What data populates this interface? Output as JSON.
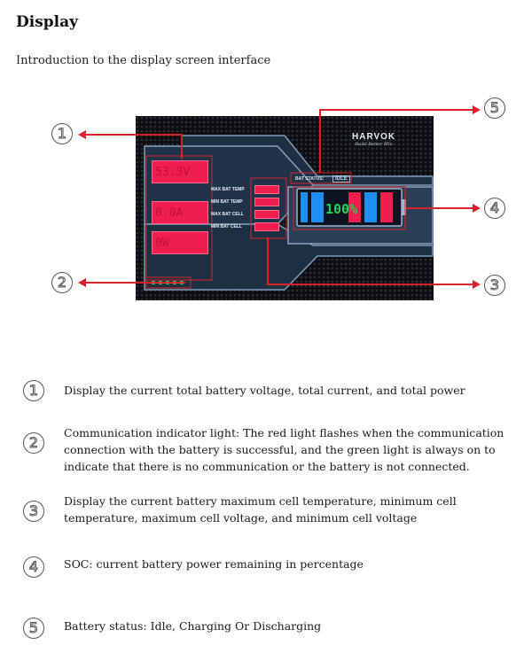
{
  "heading": "Display",
  "intro": "Introduction to the display screen interface",
  "screen": {
    "voltage": "53.3V",
    "current": "0.0A",
    "power": "0W",
    "max_bat_temp_label": "MAX BAT TEMP",
    "min_bat_temp_label": "MIN BAT TEMP",
    "max_bat_cell_label": "MAX BAT CELL",
    "min_bat_cell_label": "MIN BAT CELL",
    "bat_status_label": "BAT STATUS:",
    "bat_status_value": "IDLE",
    "soc": "100%",
    "brand": "HARVOK",
    "brand_sub": "Build Better RVs"
  },
  "callout_numbers": [
    "1",
    "2",
    "3",
    "4",
    "5"
  ],
  "descriptions": [
    "Display the current total battery voltage, total current, and total power",
    "Communication indicator light: The red light flashes when the communication connection with the battery is successful, and the green light is always on to indicate that there is no communication or the battery is not connected.",
    "Display the current battery maximum cell temperature, minimum cell temperature, maximum cell voltage, and minimum cell voltage",
    "SOC: current battery power remaining in percentage",
    "Battery status: Idle, Charging Or Discharging"
  ],
  "colors": {
    "arrow": "#d9232b",
    "lcd_red": "#f01e4e",
    "soc_green": "#1fd65a",
    "bar_blue": "#1e8ff0"
  }
}
